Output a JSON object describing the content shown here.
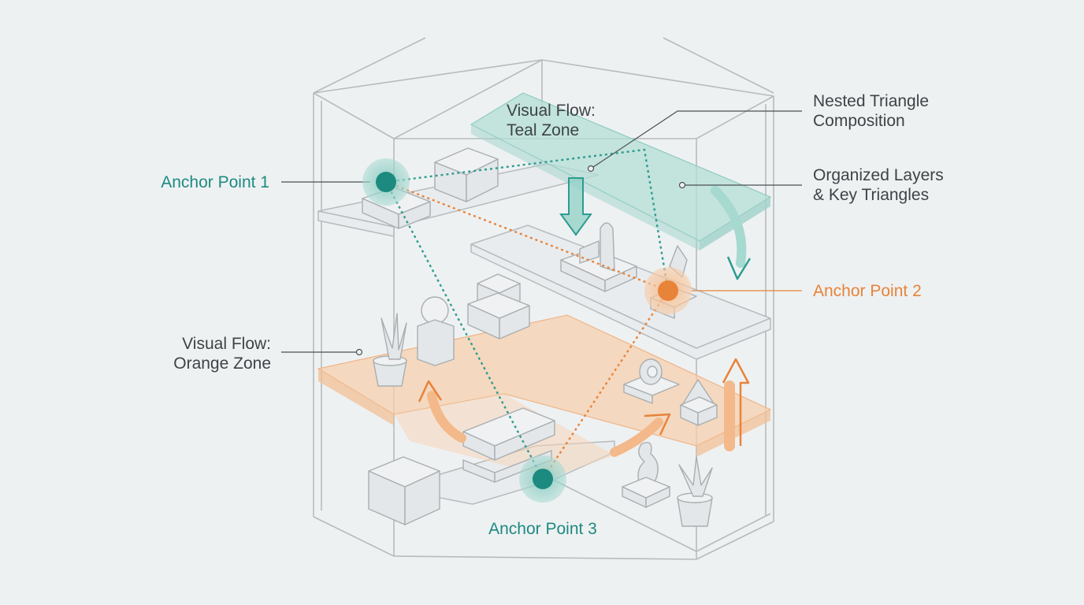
{
  "labels": {
    "anchor1": "Anchor Point 1",
    "anchor2": "Anchor Point 2",
    "anchor3": "Anchor Point 3",
    "teal_zone": [
      "Visual Flow:",
      "Teal Zone"
    ],
    "orange_zone": [
      "Visual Flow:",
      "Orange Zone"
    ],
    "nested": [
      "Nested Triangle",
      "Composition"
    ],
    "layers": [
      "Organized Layers",
      "& Key Triangles"
    ]
  },
  "colors": {
    "teal": "#1d8a80",
    "teal_zone": "#b4ddd6",
    "orange": "#e8833a",
    "orange_zone": "#f6cfae",
    "text": "#3d4346",
    "line": "#b6bbbd",
    "background": "#eef1f2"
  }
}
